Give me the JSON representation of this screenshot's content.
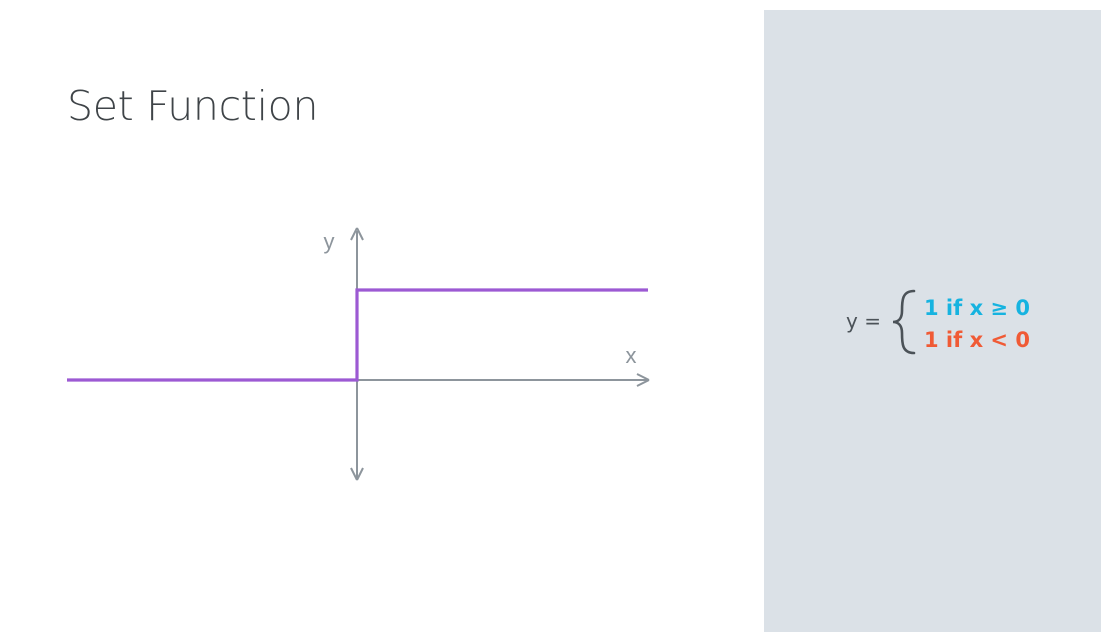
{
  "slide": {
    "title": "Set Function"
  },
  "graph": {
    "y_axis_label": "y",
    "x_axis_label": "x"
  },
  "formula": {
    "lhs": "y =",
    "case_1": "1 if x  ≥ 0",
    "case_2": "1 if x < 0"
  },
  "colors": {
    "step_line": "#9c5ad3",
    "axis": "#8d959c",
    "panel": "#dbe1e7",
    "case_1": "#16b3e0",
    "case_2": "#f05a35"
  }
}
